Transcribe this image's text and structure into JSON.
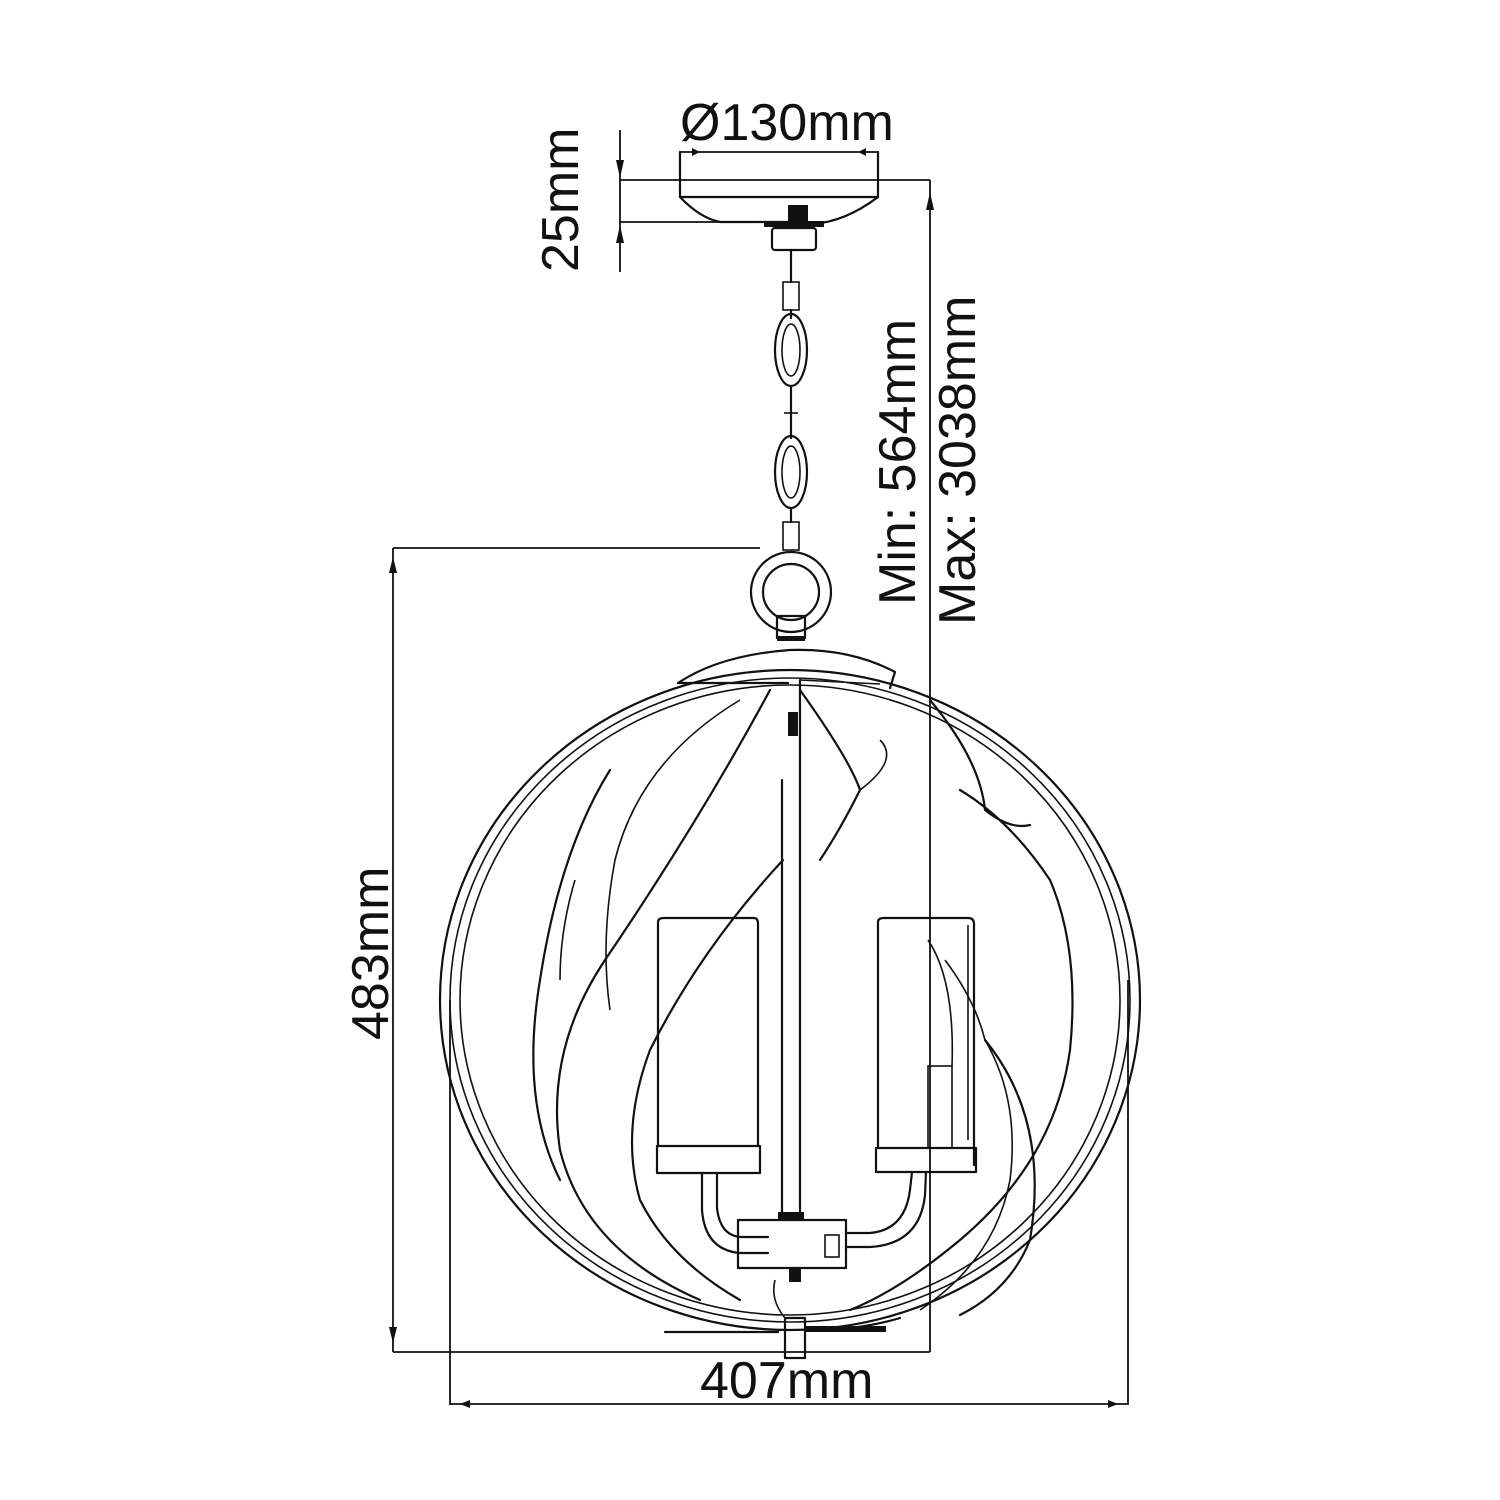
{
  "diagram": {
    "type": "technical-dimension-drawing",
    "subject": "pendant-light-orb-chain",
    "line_color": "#111111",
    "background_color": "#ffffff",
    "dimensions": {
      "canopy_diameter": "Ø130mm",
      "canopy_height": "25mm",
      "min_height": "Min: 564mm",
      "max_height": "Max: 3038mm",
      "body_height": "483mm",
      "body_width": "407mm"
    },
    "parts": [
      "ceiling-canopy",
      "chain",
      "hanging-ring",
      "orb-cage",
      "candle-sleeve-left",
      "candle-sleeve-right",
      "center-rod",
      "arm-cluster"
    ]
  }
}
